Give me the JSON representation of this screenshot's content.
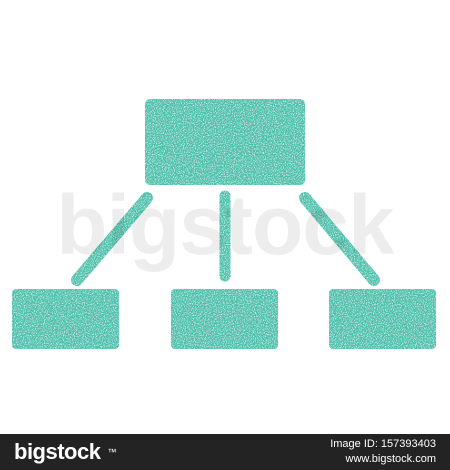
{
  "icon": {
    "name": "hierarchy-icon",
    "color": "#45c1ac",
    "texture": "grainy-stamp"
  },
  "watermark": {
    "text": "bigstock"
  },
  "footer": {
    "brand": "bigstock",
    "image_id_label": "Image ID: 157393403",
    "site": "www.bigstock.com"
  }
}
